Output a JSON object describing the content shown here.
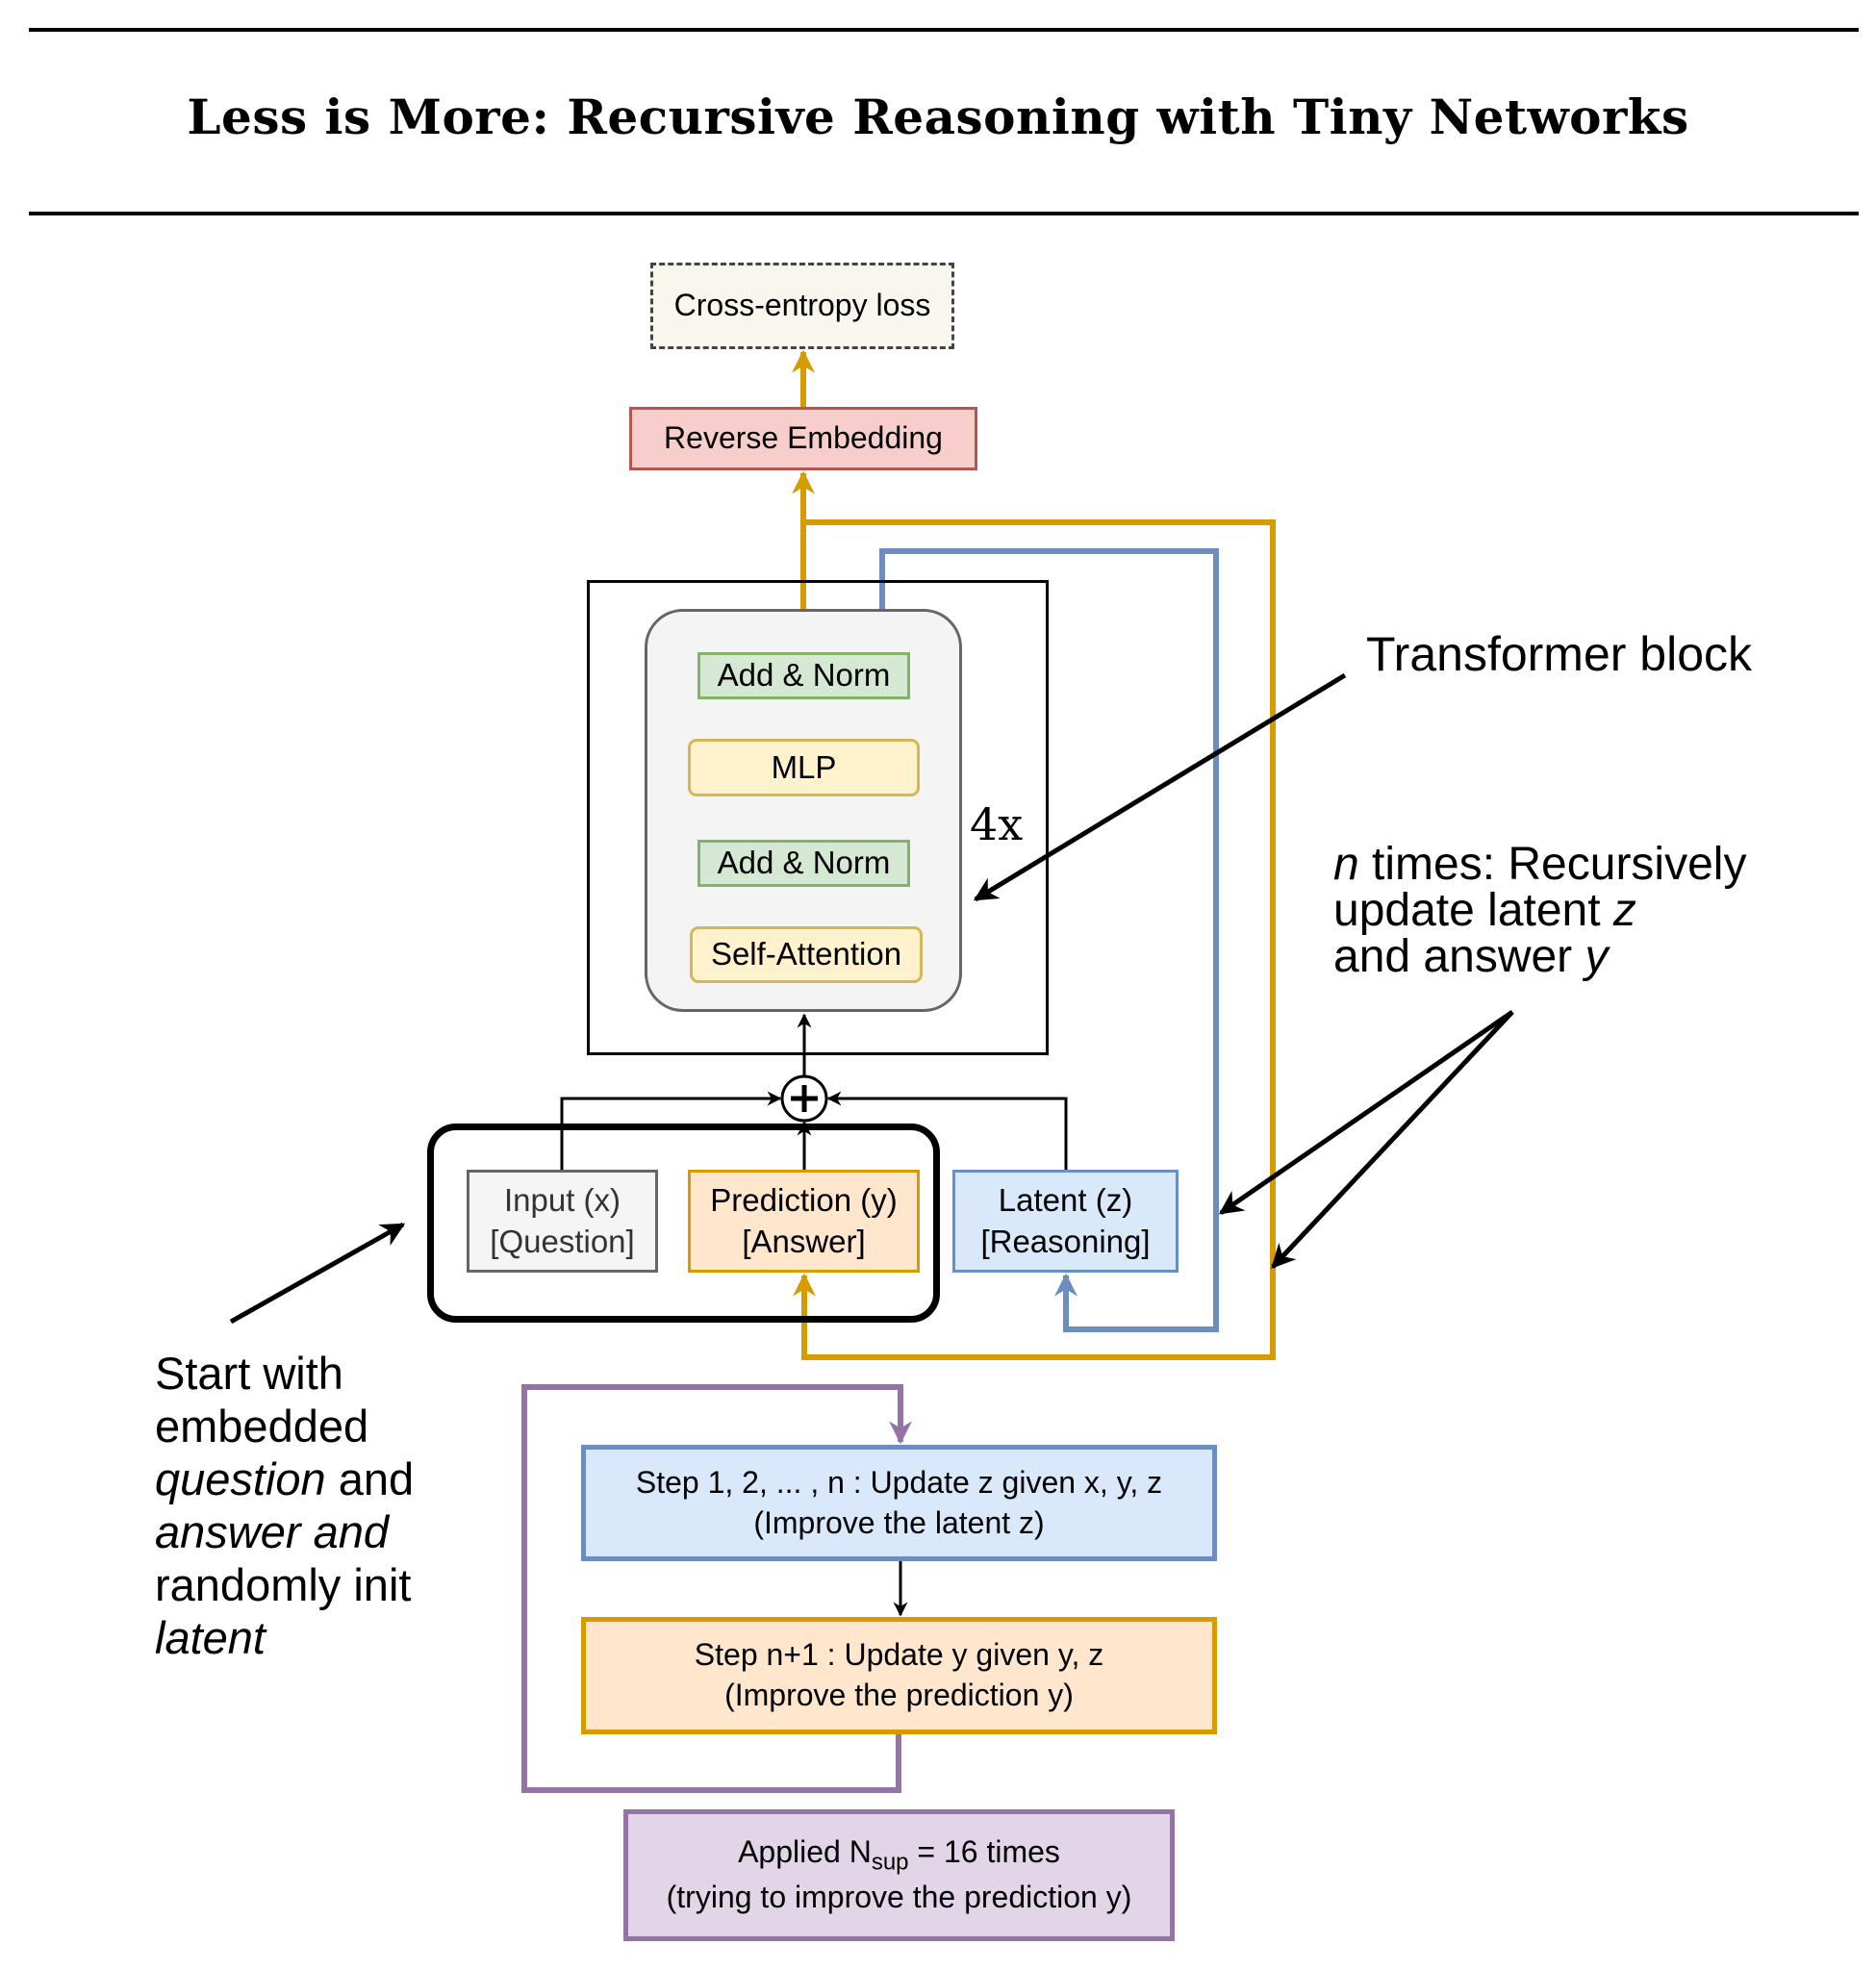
{
  "header": {
    "title": "Less is More: Recursive Reasoning with Tiny Networks"
  },
  "diagram": {
    "loss": {
      "label": "Cross-entropy loss"
    },
    "reverse_embedding": {
      "label": "Reverse Embedding"
    },
    "transformer": {
      "layers": [
        {
          "label": "Add & Norm"
        },
        {
          "label": "MLP"
        },
        {
          "label": "Add & Norm"
        },
        {
          "label": "Self-Attention"
        }
      ],
      "repeat": "4x"
    },
    "combine_symbol": "+",
    "inputs": {
      "input": {
        "line1": "Input (x)",
        "line2": "[Question]"
      },
      "prediction": {
        "line1": "Prediction (y)",
        "line2": "[Answer]"
      },
      "latent": {
        "line1": "Latent (z)",
        "line2": "[Reasoning]"
      }
    },
    "steps": {
      "step1": {
        "line1": "Step 1, 2, ... , n : Update z given x, y, z",
        "line2": "(Improve the latent z)"
      },
      "step2": {
        "line1": "Step n+1 : Update y given y, z",
        "line2": "(Improve the prediction y)"
      },
      "applied": {
        "prefix": "Applied N",
        "sub": "sup",
        "suffix": " = 16 times",
        "line2": "(trying to improve the prediction y)"
      }
    },
    "annotations": {
      "transformer_block": "Transformer block",
      "n_times": {
        "n": "n",
        "line1_rest": " times: Recursively",
        "line2_pre": "update latent ",
        "line2_var": "z",
        "line3_pre": "and answer ",
        "line3_var": "y"
      },
      "start_with": {
        "l1": "Start with",
        "l2": "embedded",
        "l3_it": "question",
        "l3_rest": " and",
        "l4_it": "answer and",
        "l5": "randomly init",
        "l6_it": "latent"
      }
    },
    "colors": {
      "answer_path": "#d79b00",
      "latent_path": "#6c8ebf",
      "supervision_loop": "#9673a6"
    }
  }
}
